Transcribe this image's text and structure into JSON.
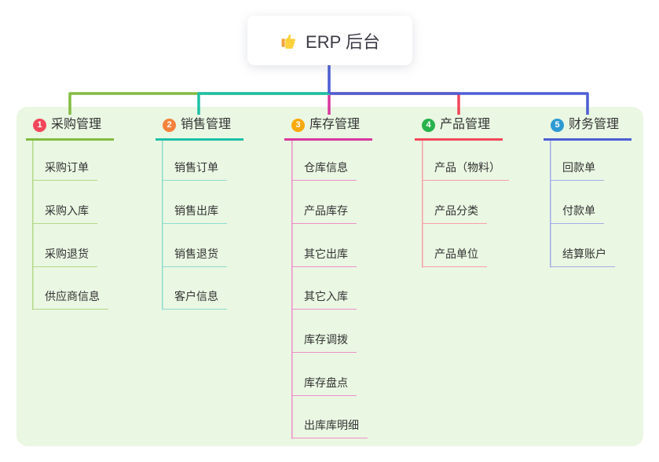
{
  "root": {
    "icon": "thumbs-up",
    "title": "ERP 后台"
  },
  "branches": [
    {
      "number": "1",
      "label": "采购管理",
      "line_color": "#82bb40",
      "child_line_color": "#b3d887",
      "badge_color": "#f2475a",
      "children": [
        "采购订单",
        "采购入库",
        "采购退货",
        "供应商信息"
      ]
    },
    {
      "number": "2",
      "label": "销售管理",
      "line_color": "#1fc0a7",
      "child_line_color": "#8edcce",
      "badge_color": "#f5823c",
      "children": [
        "销售订单",
        "销售出库",
        "销售退货",
        "客户信息"
      ]
    },
    {
      "number": "3",
      "label": "库存管理",
      "line_color": "#d8379f",
      "child_line_color": "#ee8fca",
      "badge_color": "#f8a90d",
      "children": [
        "仓库信息",
        "产品库存",
        "其它出库",
        "其它入库",
        "库存调拨",
        "库存盘点",
        "出库库明细"
      ]
    },
    {
      "number": "4",
      "label": "产品管理",
      "line_color": "#f2475a",
      "child_line_color": "#f79fa6",
      "badge_color": "#28b24c",
      "children": [
        "产品（物料）",
        "产品分类",
        "产品单位"
      ]
    },
    {
      "number": "5",
      "label": "财务管理",
      "line_color": "#4c5ed3",
      "child_line_color": "#a3aee8",
      "badge_color": "#2d9ad3",
      "children": [
        "回款单",
        "付款单",
        "结算账户"
      ]
    }
  ],
  "colors": {
    "canvas_background": "#ffffff",
    "panel_background": "#eaf7e3",
    "root_line": "#4c5ed3",
    "text": "#333333"
  }
}
